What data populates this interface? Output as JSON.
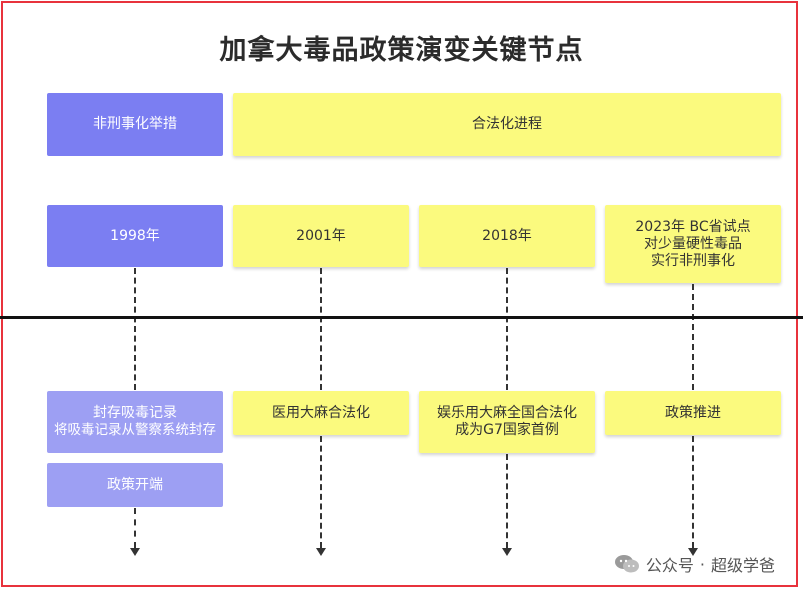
{
  "title": "加拿大毒品政策演变关键节点",
  "headers": {
    "decrim": "非刑事化举措",
    "legal": "合法化进程"
  },
  "years": {
    "y1998": "1998年",
    "y2001": "2001年",
    "y2018": "2018年",
    "y2023_line1": "2023年 BC省试点",
    "y2023_line2": "对少量硬性毒品",
    "y2023_line3": "实行非刑事化"
  },
  "events": {
    "e1998_line1": "封存吸毒记录",
    "e1998_line2": "将吸毒记录从警察系统封存",
    "e1998_extra": "政策开端",
    "e2001": "医用大麻合法化",
    "e2018_line1": "娱乐用大麻全国合法化",
    "e2018_line2": "成为G7国家首例",
    "e2023": "政策推进"
  },
  "watermark": {
    "brand": "公众号",
    "separator": "·",
    "name": "超级学爸"
  },
  "colors": {
    "purple": "#7b7ef2",
    "yellow": "#fbfa7e",
    "frame": "#e8323c"
  }
}
